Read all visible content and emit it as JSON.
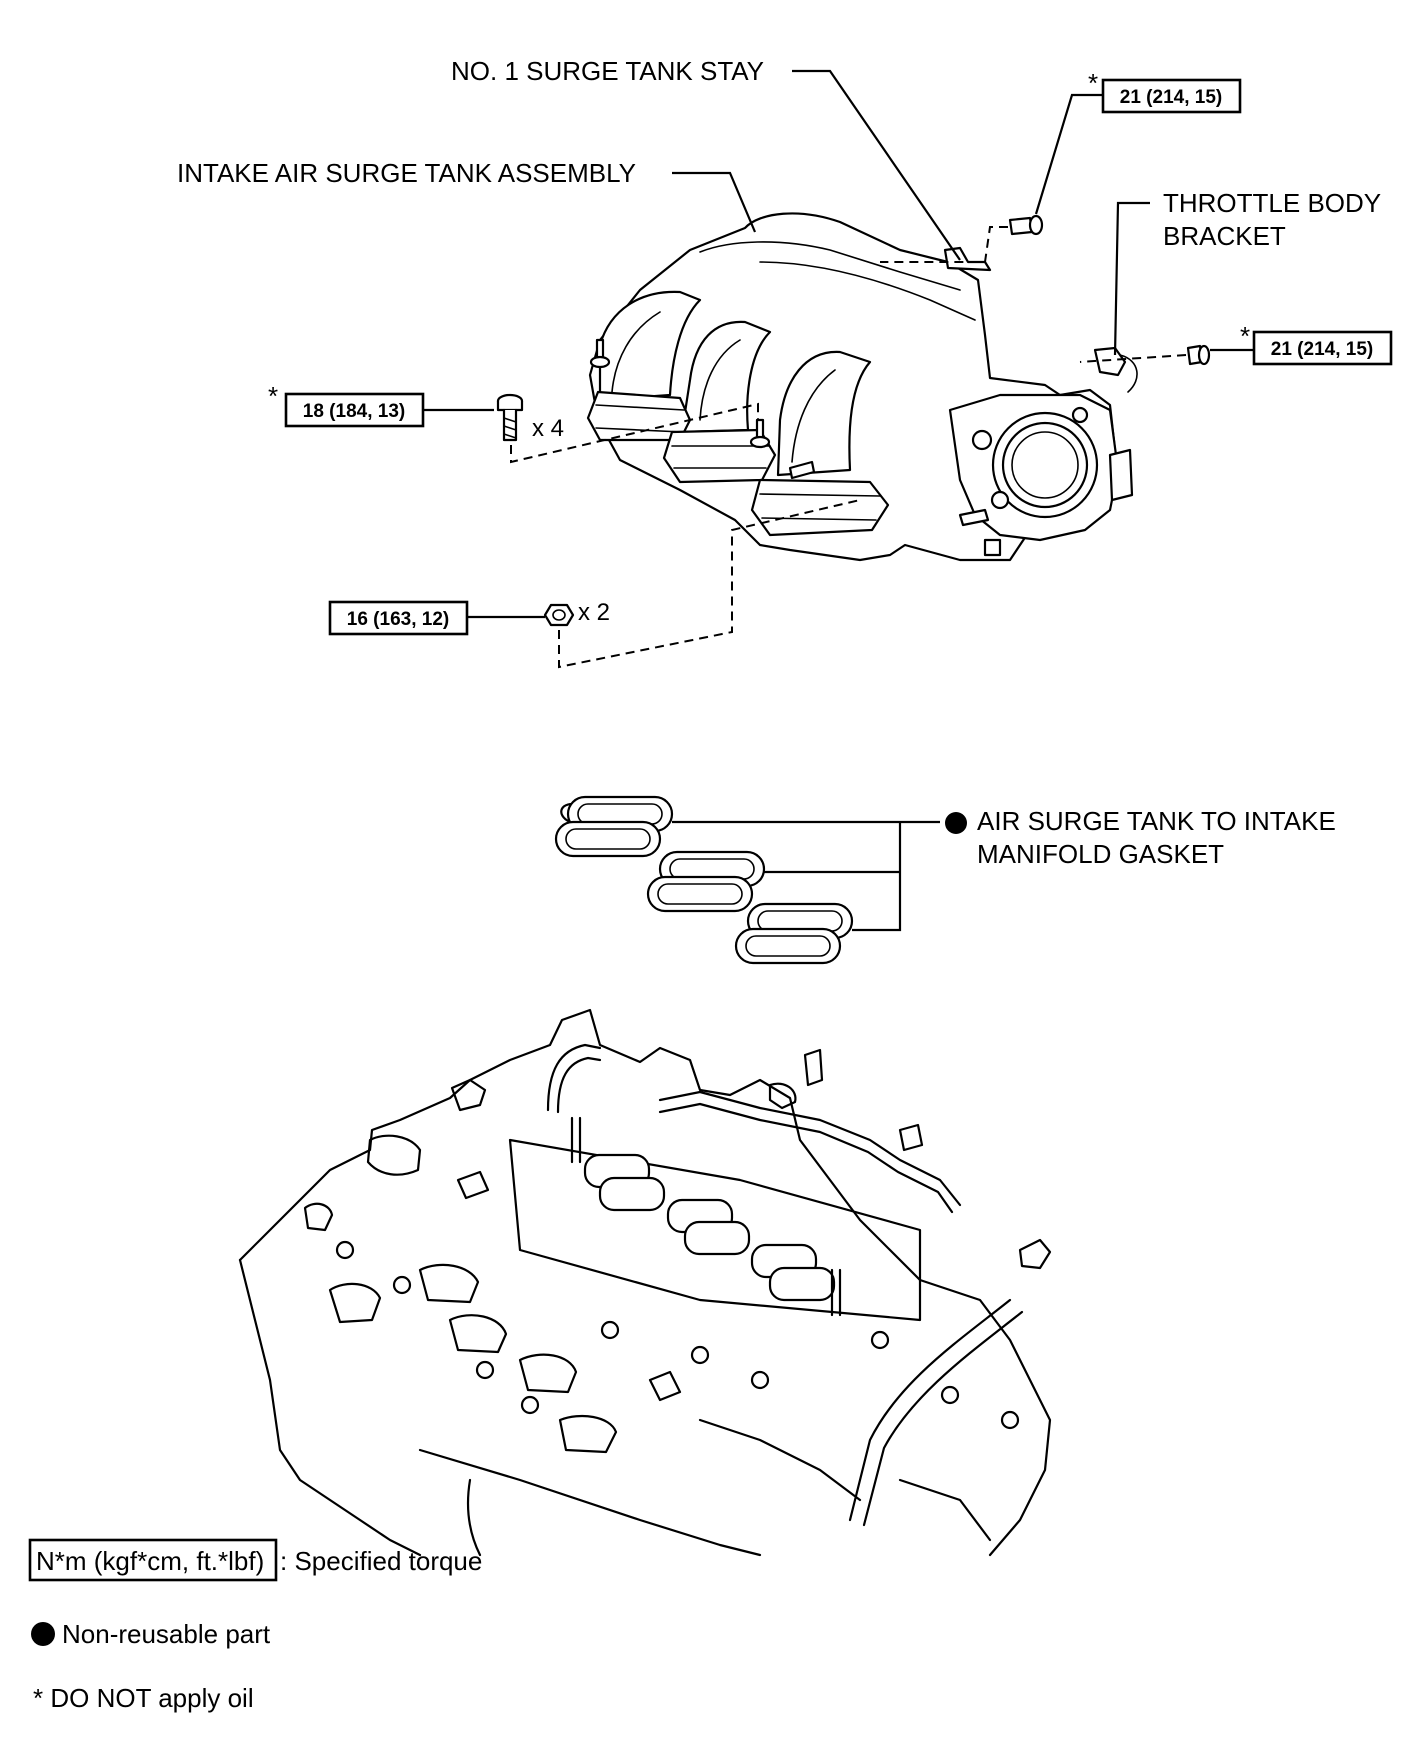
{
  "labels": {
    "surge_tank_stay": "NO. 1 SURGE TANK STAY",
    "surge_tank_assembly": "INTAKE AIR SURGE TANK ASSEMBLY",
    "throttle_body_bracket_line1": "THROTTLE BODY",
    "throttle_body_bracket_line2": "BRACKET",
    "gasket_line1": "AIR SURGE TANK TO INTAKE",
    "gasket_line2": "MANIFOLD GASKET"
  },
  "torques": {
    "stay_bolt": {
      "value": "21 (214, 15)",
      "no_oil_mark": "*"
    },
    "bracket_bolt": {
      "value": "21 (214, 15)",
      "no_oil_mark": "*"
    },
    "tank_bolts": {
      "value": "18 (184, 13)",
      "no_oil_mark": "*",
      "quantity": "x 4"
    },
    "tank_nuts": {
      "value": "16 (163, 12)",
      "quantity": "x 2"
    }
  },
  "legend": {
    "torque_unit": "N*m (kgf*cm, ft.*lbf)",
    "torque_desc": ": Specified torque",
    "non_reusable": "Non-reusable part",
    "no_oil": "* DO NOT apply oil"
  },
  "icons": {
    "non_reusable_marker": "filled-circle-icon"
  }
}
